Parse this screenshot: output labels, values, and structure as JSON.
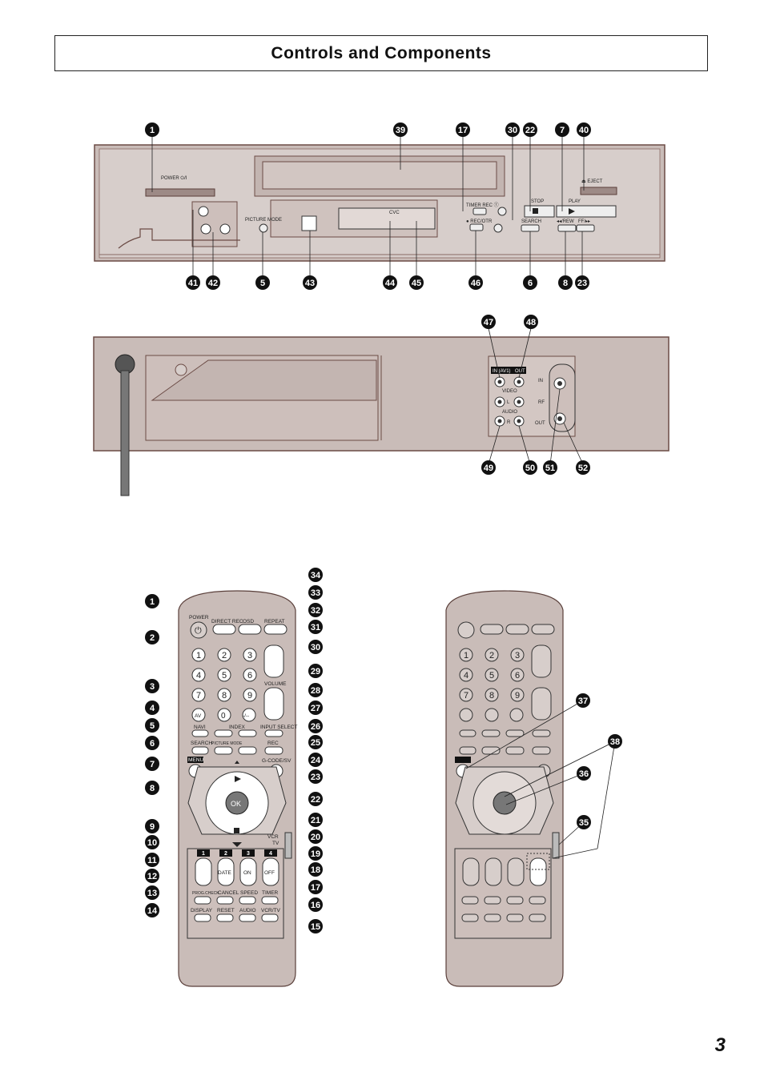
{
  "page": {
    "title": "Controls and Components",
    "number": "3"
  },
  "front": {
    "labels": {
      "power": "POWER ⏻/I",
      "picture_mode": "PICTURE MODE",
      "timer_rec": "TIMER REC ⓣ",
      "rec_otr": "● REC/OTR",
      "stop": "STOP",
      "play": "PLAY",
      "search": "SEARCH",
      "rew": "◂◂/REW",
      "ff": "FF/▸▸",
      "eject": "⏏ EJECT",
      "display": "CVC"
    },
    "callouts_top": [
      "1",
      "39",
      "17",
      "30",
      "22",
      "7",
      "40"
    ],
    "callouts_bottom": [
      "41",
      "42",
      "5",
      "43",
      "44",
      "45",
      "46",
      "6",
      "8",
      "23"
    ]
  },
  "rear": {
    "labels": {
      "in_av1": "IN (AV1)",
      "out": "OUT",
      "video": "VIDEO",
      "audio": "AUDIO",
      "l": "L",
      "r": "R",
      "rf": "RF",
      "rf_in": "IN",
      "rf_out": "OUT"
    },
    "callouts_top": [
      "47",
      "48"
    ],
    "callouts_bottom": [
      "49",
      "50",
      "51",
      "52"
    ]
  },
  "remote": {
    "labels": {
      "power": "POWER",
      "direct_rec": "DIRECT REC",
      "osd": "OSD",
      "repeat": "REPEAT",
      "av": "AV",
      "volume": "VOLUME",
      "navi": "NAVI",
      "index": "INDEX",
      "input_select": "INPUT SELECT",
      "search": "SEARCH",
      "picture_mode": "PICTURE MODE",
      "rec": "REC",
      "menu": "MENU",
      "g_code": "G-CODE/SV",
      "ok": "OK",
      "vcr": "VCR",
      "tv": "TV",
      "date": "DATE",
      "on": "ON",
      "off": "OFF",
      "prog_check": "PROG.CHECK",
      "cancel": "CANCEL",
      "speed": "SPEED",
      "timer": "TIMER",
      "display": "DISPLAY",
      "reset": "RESET",
      "audio": "AUDIO",
      "vcr_tv": "VCR/TV"
    },
    "numpad": [
      "1",
      "2",
      "3",
      "4",
      "5",
      "6",
      "7",
      "8",
      "9"
    ],
    "zero": "0",
    "dash": "-/--",
    "timer_tabs": [
      "1",
      "2",
      "3",
      "4"
    ],
    "callouts_left": [
      "1",
      "2",
      "3",
      "4",
      "5",
      "6",
      "7",
      "8",
      "9",
      "10",
      "11",
      "12",
      "13",
      "14"
    ],
    "callouts_right": [
      "34",
      "33",
      "32",
      "31",
      "30",
      "29",
      "28",
      "27",
      "26",
      "25",
      "24",
      "23",
      "22",
      "21",
      "20",
      "19",
      "18",
      "17",
      "16",
      "15"
    ],
    "callouts_second": [
      "37",
      "38",
      "36",
      "35"
    ]
  }
}
